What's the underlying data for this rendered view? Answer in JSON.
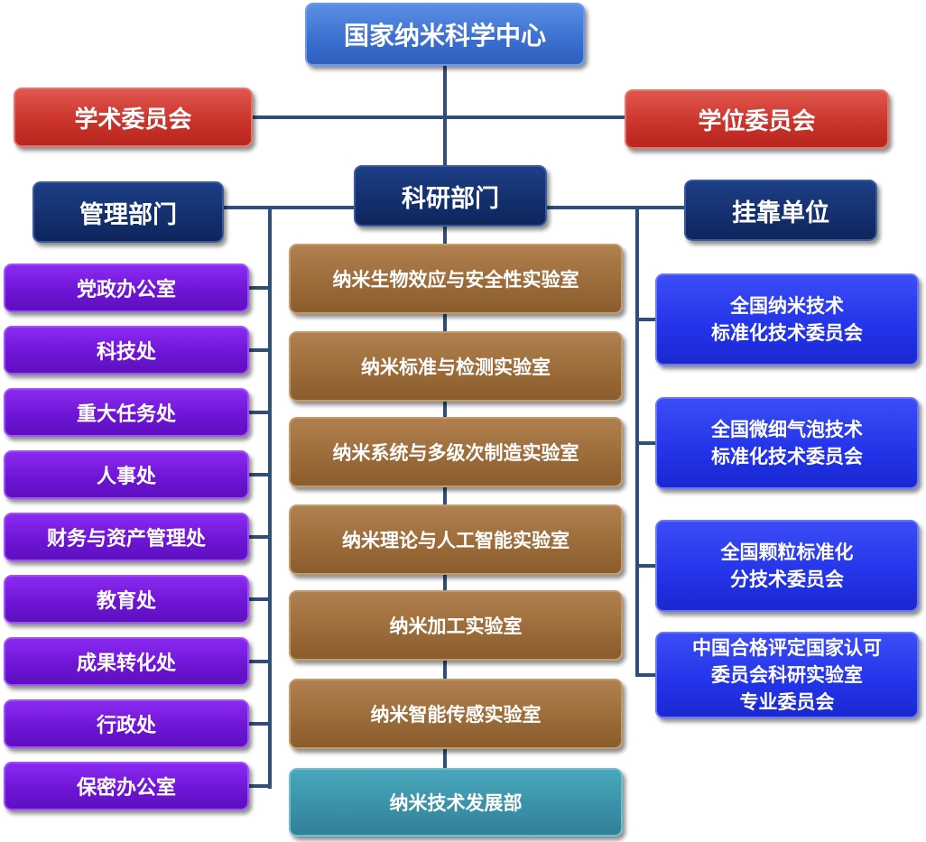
{
  "center": "国家纳米科学中心",
  "committees": {
    "academic": "学术委员会",
    "degree": "学位委员会"
  },
  "departments": {
    "management": "管理部门",
    "research": "科研部门",
    "affiliated": "挂靠单位"
  },
  "management_offices": [
    "党政办公室",
    "科技处",
    "重大任务处",
    "人事处",
    "财务与资产管理处",
    "教育处",
    "成果转化处",
    "行政处",
    "保密办公室"
  ],
  "research_labs": [
    "纳米生物效应与安全性实验室",
    "纳米标准与检测实验室",
    "纳米系统与多级次制造实验室",
    "纳米理论与人工智能实验室",
    "纳米加工实验室",
    "纳米智能传感实验室",
    "纳米技术发展部"
  ],
  "affiliated_units": [
    "全国纳米技术\n标准化技术委员会",
    "全国微细气泡技术\n标准化技术委员会",
    "全国颗粒标准化\n分技术委员会",
    "中国合格评定国家认可\n委员会科研实验室\n专业委员会"
  ],
  "colors": {
    "connector": "#2f4f7a",
    "root": "#3a6fd0",
    "committee": "#c93229",
    "department": "#142f6d",
    "management_office": "#6c14d4",
    "research_lab": "#9a6a38",
    "development_dept": "#3a90a6",
    "affiliated_unit": "#2333e8"
  }
}
